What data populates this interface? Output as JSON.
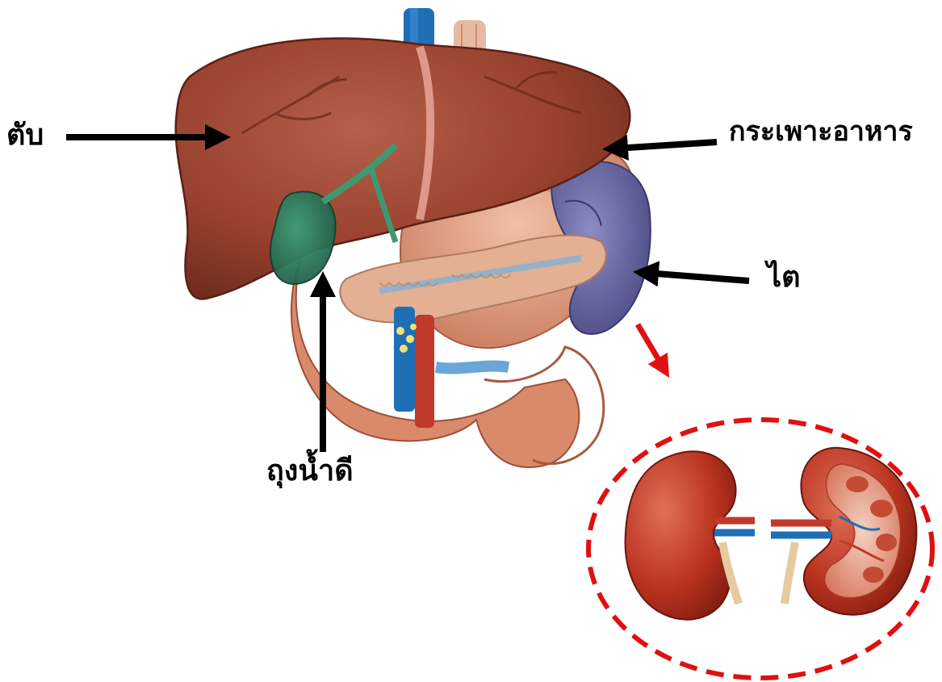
{
  "labels": {
    "liver": "ตับ",
    "stomach": "กระเพาะอาหาร",
    "kidney": "ไต",
    "gallbladder": "ถุงน้ำดี"
  },
  "colors": {
    "liver": "#8f3a28",
    "gallbladder": "#2f7a5e",
    "stomach": "#d9967a",
    "spleen_kidney_organ": "#6b6aa0",
    "pancreas": "#e3b093",
    "vena_cava": "#1f6fb5",
    "aorta": "#c0392b",
    "kidney": "#b8321f",
    "arrow": "#000000",
    "highlight": "#e01010"
  },
  "icons": {
    "label_arrow": "black-arrow-icon",
    "highlight_arrow": "red-arrow-icon",
    "highlight_ring": "dashed-circle"
  }
}
